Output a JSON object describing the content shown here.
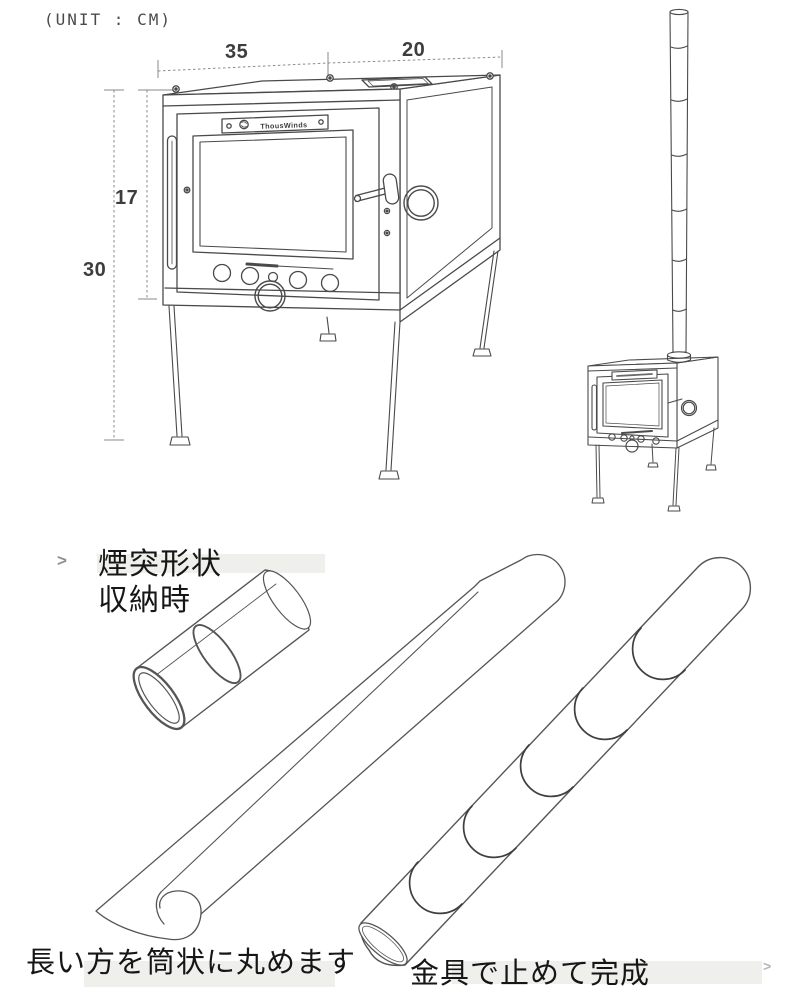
{
  "drawing": {
    "unit_label": "(UNIT : CM)",
    "brand": "ThousWinds",
    "dims": {
      "width_top": "35",
      "depth_top": "20",
      "door_height": "17",
      "overall_height": "30"
    }
  },
  "instructions": {
    "lead_arrow": ">",
    "title_line1": "煙突形状",
    "title_line2": "収納時",
    "step_roll": "長い方を筒状に丸めます",
    "step_finish": "金具で止めて完成",
    "trail_arrow": ">"
  },
  "colors": {
    "line_art": "#4a4a4a",
    "dimension_lines": "#8a8a8a",
    "text": "#161616",
    "highlight_band": "#efefec"
  }
}
